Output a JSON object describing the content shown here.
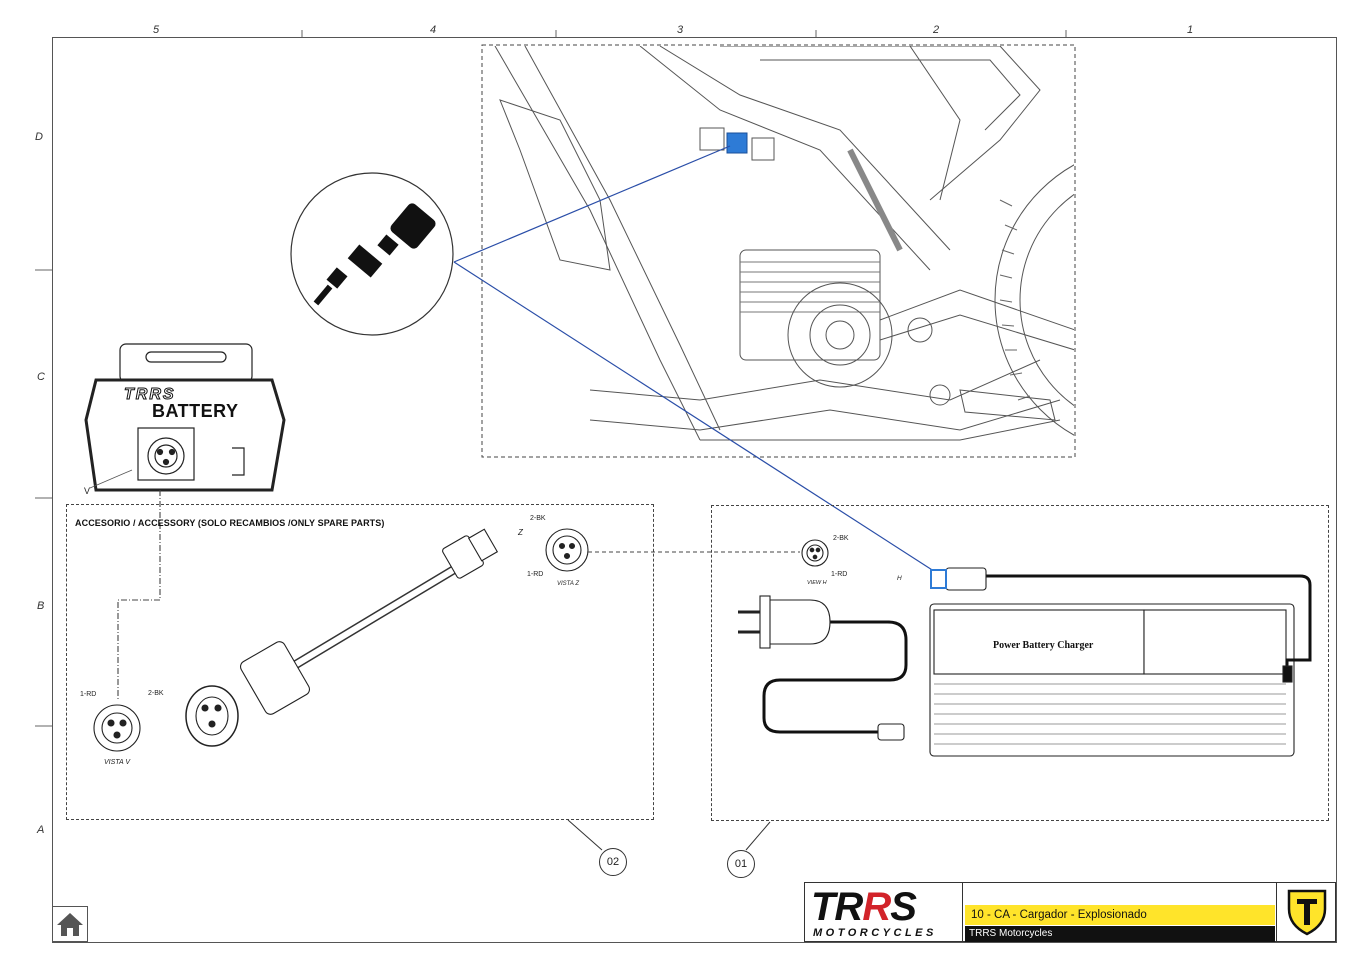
{
  "grid": {
    "columns": [
      "5",
      "4",
      "3",
      "2",
      "1"
    ],
    "rows": [
      "D",
      "C",
      "B",
      "A"
    ]
  },
  "battery": {
    "brand": "TRRS",
    "label": "BATTERY",
    "view_marker": "V"
  },
  "accessory_panel": {
    "title": "ACCESORIO / ACCESSORY (SOLO RECAMBIOS /ONLY SPARE PARTS)",
    "vista_v": {
      "pin1": "1-RD",
      "pin2": "2-BK",
      "caption": "VISTA  V"
    },
    "vista_z": {
      "pin1": "1-RD",
      "pin2": "2-BK",
      "caption": "VISTA  Z"
    },
    "marker_z": "Z",
    "callout": "02"
  },
  "charger_panel": {
    "view_h": {
      "pin1": "1-RD",
      "pin2": "2-BK",
      "caption": "VIEW H"
    },
    "marker_h": "H",
    "charger_label": "Power Battery Charger",
    "callout": "01"
  },
  "title_block": {
    "logo_main": "TRRS",
    "logo_sub": "MOTORCYCLES",
    "title": "10 - CA - Cargador - Explosionado",
    "company": "TRRS Motorcycles"
  },
  "colors": {
    "accent_yellow": "#ffe42a",
    "logo_red": "#d2232a",
    "connector_blue": "#2e7bd6",
    "leader_blue": "#2a4ea8"
  },
  "icons": {
    "home": "home-icon",
    "shield": "trrs-shield-icon"
  }
}
